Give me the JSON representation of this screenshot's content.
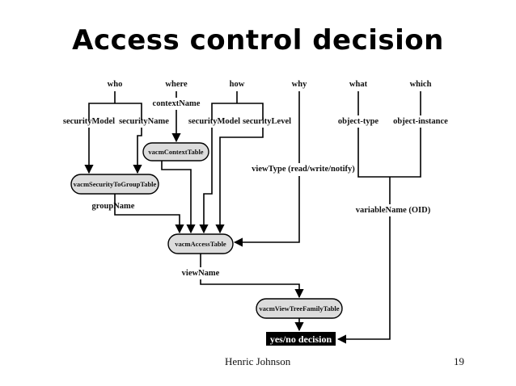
{
  "title": "Access control decision",
  "headers": {
    "who": "who",
    "where": "where",
    "how": "how",
    "why": "why",
    "what": "what",
    "which": "which"
  },
  "inputs": {
    "contextName": "contextName",
    "securityModel_left": "securityModel",
    "securityName": "securityName",
    "securityModel_mid": "securityModel",
    "securityLevel": "securityLevel",
    "objectType": "object-type",
    "objectInstance": "object-instance",
    "viewType": "viewType (read/write/notify)",
    "groupName": "groupName",
    "variableName": "variableName (OID)",
    "viewName": "viewName"
  },
  "tables": {
    "context": "vacmContextTable",
    "securityToGroup": "vacmSecurityToGroupTable",
    "access": "vacmAccessTable",
    "viewTreeFamily": "vacmViewTreeFamilyTable"
  },
  "result": "yes/no decision",
  "footer": {
    "author": "Henric Johnson",
    "page": "19"
  }
}
